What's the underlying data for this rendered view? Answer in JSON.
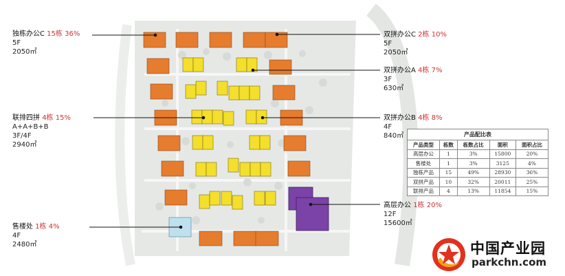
{
  "colors": {
    "single_office": "#e57c2e",
    "double_office": "#f3df2c",
    "sales": "#bfe0ee",
    "high_rise": "#7b42a8",
    "highlight": "#d0312d"
  },
  "labels": [
    {
      "id": "single-office-c",
      "name": "独栋办公C",
      "count": "15栋",
      "pct": "36%",
      "lines": [
        "5F",
        "2050㎡"
      ]
    },
    {
      "id": "joint-four",
      "name": "联排四拼",
      "count": "4栋",
      "pct": "15%",
      "lines": [
        "A+A+B+B",
        "3F/4F",
        "2940㎡"
      ]
    },
    {
      "id": "sales-office",
      "name": "售楼处",
      "count": "1栋",
      "pct": "4%",
      "lines": [
        "4F",
        "2480㎡"
      ]
    },
    {
      "id": "double-office-c",
      "name": "双拼办公C",
      "count": "2栋",
      "pct": "10%",
      "lines": [
        "5F",
        "2050㎡"
      ]
    },
    {
      "id": "double-office-a",
      "name": "双拼办公A",
      "count": "4栋",
      "pct": "7%",
      "lines": [
        "3F",
        "630㎡"
      ]
    },
    {
      "id": "double-office-b",
      "name": "双拼办公B",
      "count": "4栋",
      "pct": "8%",
      "lines": [
        "4F",
        "840㎡"
      ]
    },
    {
      "id": "high-rise-office",
      "name": "高层办公",
      "count": "1栋",
      "pct": "20%",
      "lines": [
        "12F",
        "15600㎡"
      ]
    }
  ],
  "table": {
    "title": "产品配比表",
    "headers": [
      "产品类型",
      "栋数",
      "栋数占比",
      "面积",
      "面积占比"
    ],
    "rows": [
      [
        "高层办公",
        "1",
        "3%",
        "15800",
        "20%"
      ],
      [
        "售楼处",
        "1",
        "3%",
        "3125",
        "4%"
      ],
      [
        "独栋产品",
        "15",
        "49%",
        "28930",
        "36%"
      ],
      [
        "双拼产品",
        "10",
        "32%",
        "20011",
        "25%"
      ],
      [
        "联排产品",
        "4",
        "13%",
        "11854",
        "15%"
      ]
    ]
  },
  "logo": {
    "cn": "中国产业园",
    "en": "parkchn.com"
  }
}
